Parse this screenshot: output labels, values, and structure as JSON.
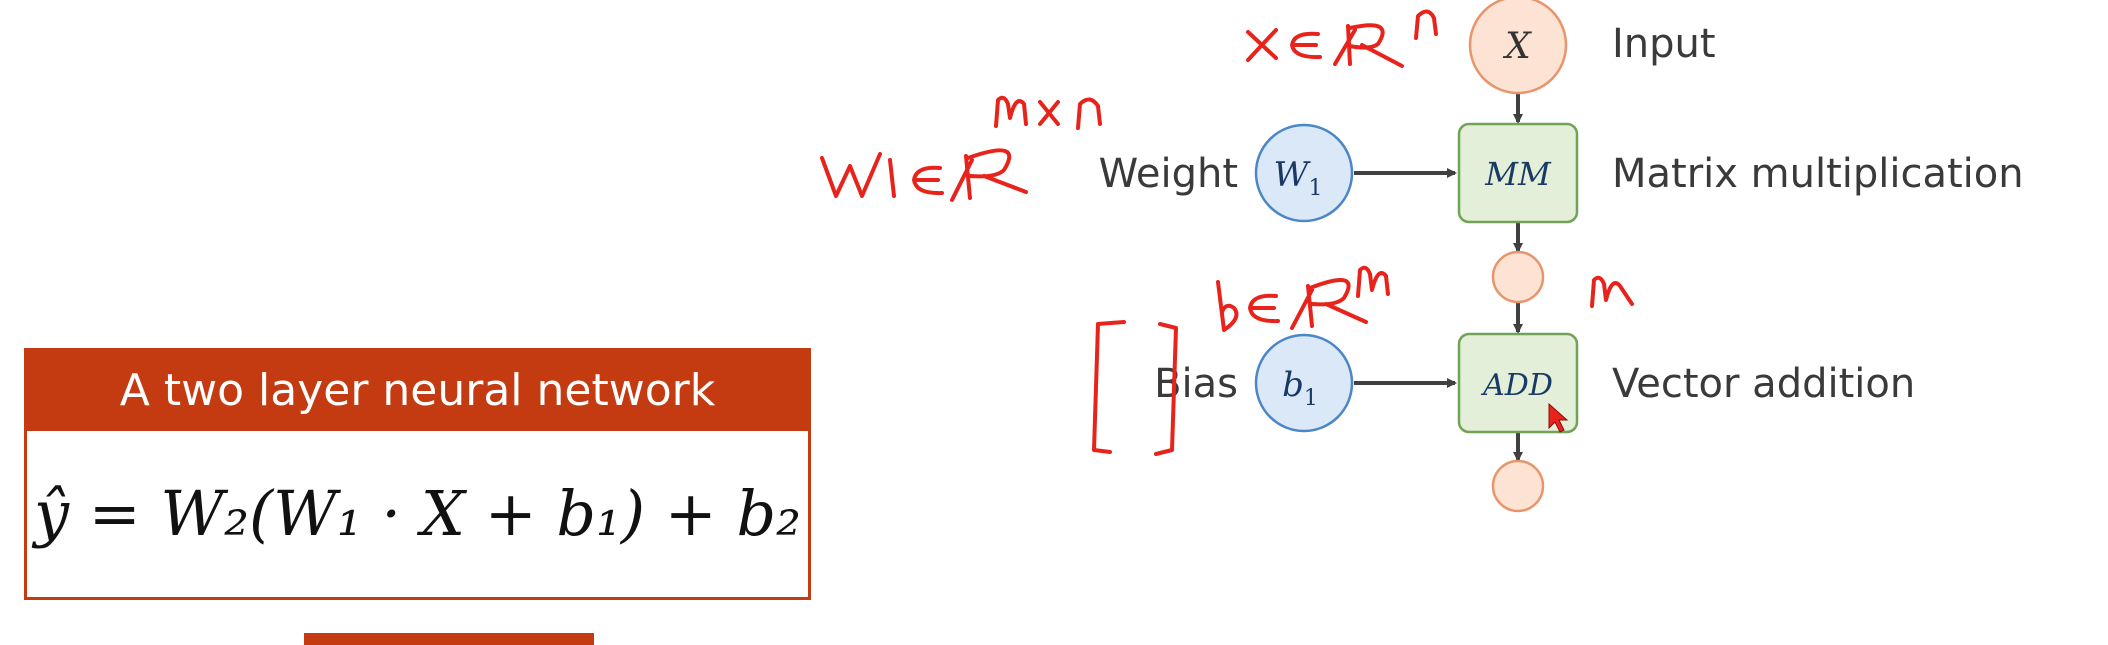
{
  "diagram": {
    "nodes": {
      "input": {
        "symbol": "X",
        "label": "Input"
      },
      "weight": {
        "symbol": "W",
        "subscript": "1",
        "label": "Weight"
      },
      "matmul": {
        "symbol": "MM",
        "label": "Matrix multiplication"
      },
      "bias": {
        "symbol": "b",
        "subscript": "1",
        "label": "Bias"
      },
      "add": {
        "symbol": "ADD",
        "label": "Vector addition"
      }
    },
    "colors": {
      "input_fill": "#fde3d3",
      "input_stroke": "#e8956b",
      "param_fill": "#dbe8f8",
      "param_stroke": "#4a86c8",
      "op_fill": "#e3efd9",
      "op_stroke": "#71a356",
      "arrow": "#404040",
      "ink": "#e8231c"
    }
  },
  "annotations": {
    "x_space": "x ∈ ℝⁿ",
    "w_space": "W₁ ∈ ℝᵐˣⁿ",
    "b_space": "b ∈ ℝᵐ",
    "m_dim": "m"
  },
  "formula": {
    "title": "A two layer neural network",
    "equation": "ŷ = W₂(W₁ · X + b₁) + b₂",
    "accent": "#c43b12"
  }
}
